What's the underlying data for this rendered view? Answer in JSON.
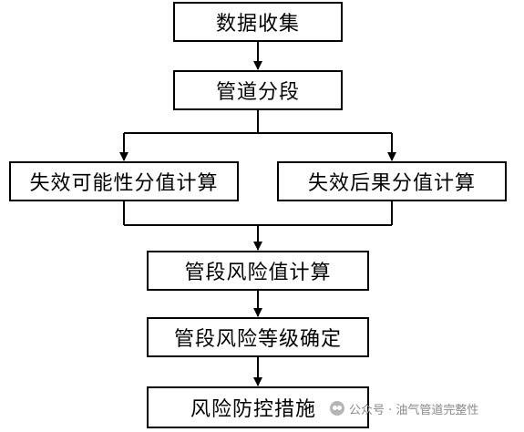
{
  "flowchart": {
    "nodes": {
      "data_collection": "数据收集",
      "pipeline_segmentation": "管道分段",
      "failure_probability_score": "失效可能性分值计算",
      "failure_consequence_score": "失效后果分值计算",
      "segment_risk_value": "管段风险值计算",
      "risk_grade": "管段风险等级确定",
      "risk_control_measures": "风险防控措施"
    },
    "edges": [
      {
        "from": "data_collection",
        "to": "pipeline_segmentation"
      },
      {
        "from": "pipeline_segmentation",
        "to": "failure_probability_score"
      },
      {
        "from": "pipeline_segmentation",
        "to": "failure_consequence_score"
      },
      {
        "from": "failure_probability_score",
        "to": "segment_risk_value"
      },
      {
        "from": "failure_consequence_score",
        "to": "segment_risk_value"
      },
      {
        "from": "segment_risk_value",
        "to": "risk_grade"
      },
      {
        "from": "risk_grade",
        "to": "risk_control_measures"
      }
    ],
    "line_color": "#000000"
  },
  "watermark": {
    "icon": "wechat-official-account-icon",
    "text": "公众号 · 油气管道完整性",
    "color": "#8a8a8a"
  }
}
